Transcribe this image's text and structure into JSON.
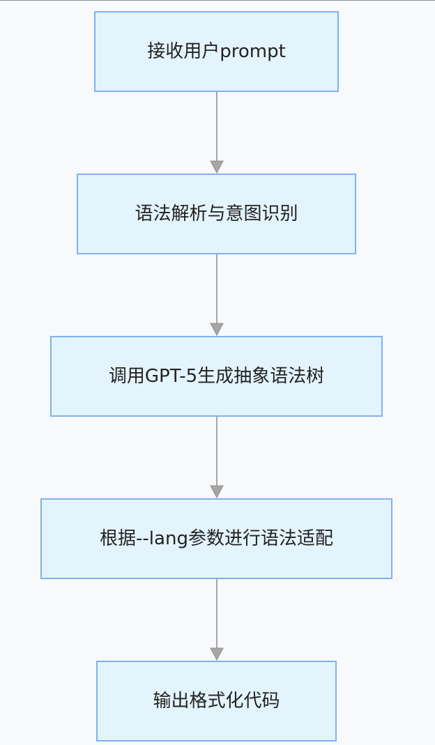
{
  "nodes": [
    {
      "id": "receive-prompt",
      "label": "接收用户prompt"
    },
    {
      "id": "parse-intent",
      "label": "语法解析与意图识别"
    },
    {
      "id": "gpt5-ast",
      "label": "调用GPT-5生成抽象语法树"
    },
    {
      "id": "lang-adapt",
      "label": "根据--lang参数进行语法适配"
    },
    {
      "id": "format-output",
      "label": "输出格式化代码"
    }
  ],
  "edges": [
    {
      "from": "receive-prompt",
      "to": "parse-intent"
    },
    {
      "from": "parse-intent",
      "to": "gpt5-ast"
    },
    {
      "from": "gpt5-ast",
      "to": "lang-adapt"
    },
    {
      "from": "lang-adapt",
      "to": "format-output"
    }
  ],
  "colors": {
    "node_fill": "#e3f4fd",
    "node_border": "#7fb2ee",
    "edge": "#a6a6a6",
    "background": "#f8f9fb"
  }
}
